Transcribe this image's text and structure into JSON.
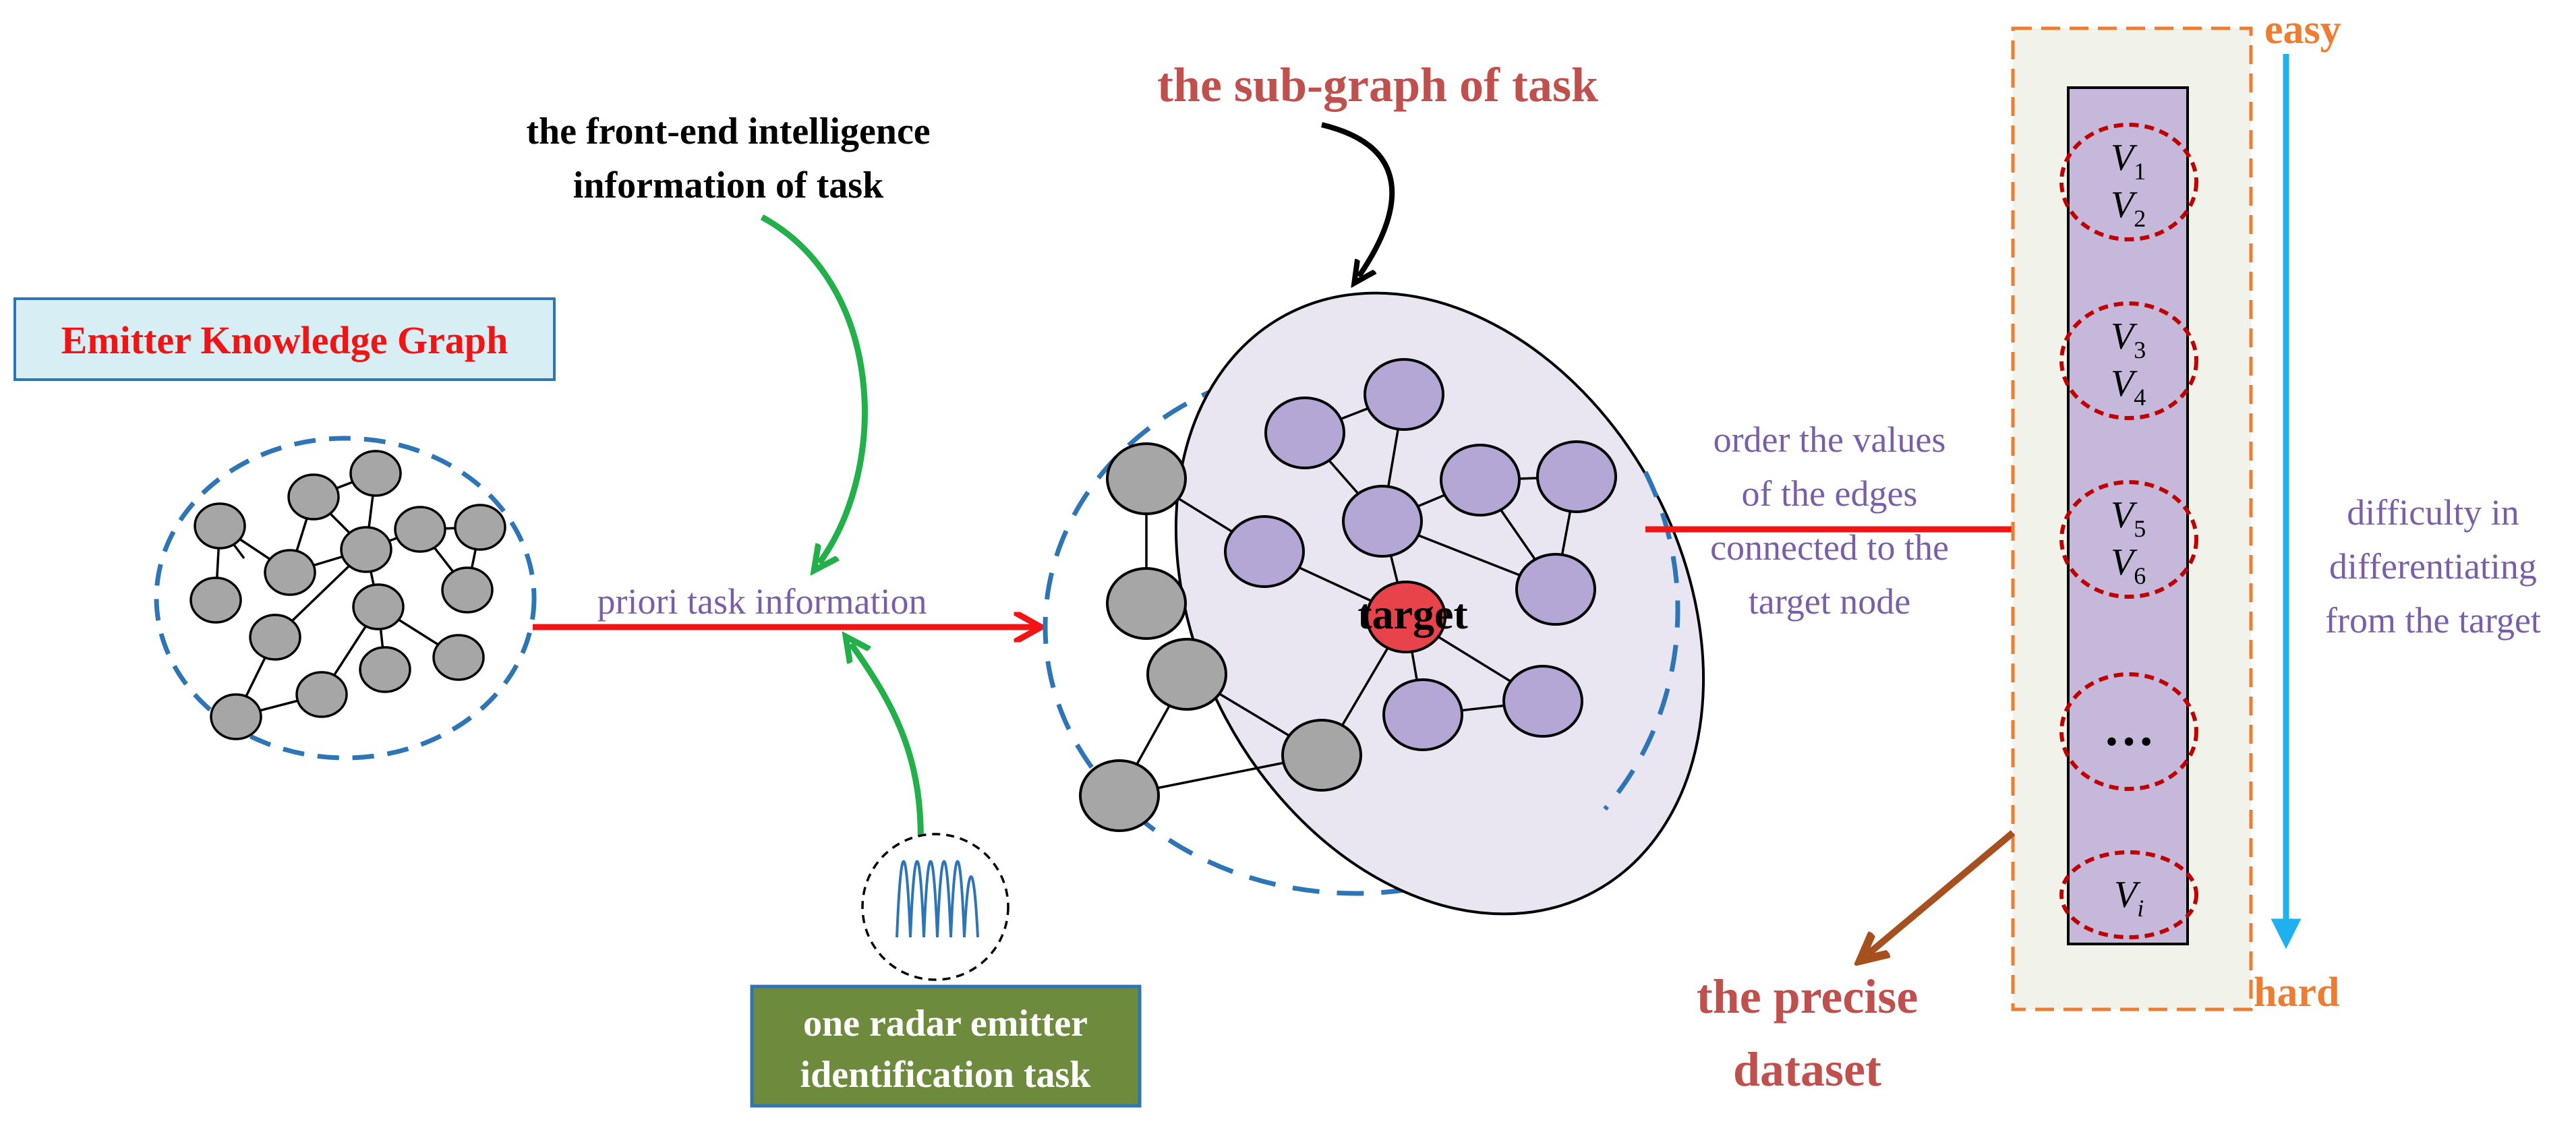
{
  "title_knowledge_graph": "Emitter Knowledge Graph",
  "front_end_label": {
    "line1": "the front-end  intelligence",
    "line2": "information of task"
  },
  "subgraph_label": "the sub-graph of task",
  "priori_label": "priori task information",
  "target_label": "target",
  "order_label": {
    "line1": "order the values",
    "line2": "of the edges",
    "line3": "connected to the",
    "line4": "target node"
  },
  "radar_task_label": {
    "line1": "one radar emitter",
    "line2": "identification task"
  },
  "precise_dataset_label": {
    "line1": "the precise",
    "line2": "dataset"
  },
  "difficulty_label": {
    "line1": "difficulty in",
    "line2": "differentiating",
    "line3": "from the target"
  },
  "easy_label": "easy",
  "hard_label": "hard",
  "value_groups": [
    {
      "a": "V",
      "a_sub": "1",
      "b": "V",
      "b_sub": "2"
    },
    {
      "a": "V",
      "a_sub": "3",
      "b": "V",
      "b_sub": "4"
    },
    {
      "a": "V",
      "a_sub": "5",
      "b": "V",
      "b_sub": "6"
    },
    {
      "ellipsis": "…"
    },
    {
      "a": "V",
      "a_sub": "i"
    }
  ],
  "colors": {
    "red_arrow": "#f01414",
    "green_arrow": "#22b04a",
    "blue_dashed": "#2e75b6",
    "node_gray": "#a6a6a6",
    "node_purple": "#b4a7d6",
    "target_red": "#e8434a",
    "subgraph_fill": "#e9e6f2",
    "label_purple": "#7a5fa8",
    "label_brown_red": "#c0504d",
    "orange": "#ed7d31",
    "sky_blue": "#1eb0ef",
    "brown_arrow": "#a5501e",
    "olive_box": "#6e8b3d",
    "column_fill": "#c5b8da",
    "panel_fill": "#f1f3ea"
  }
}
